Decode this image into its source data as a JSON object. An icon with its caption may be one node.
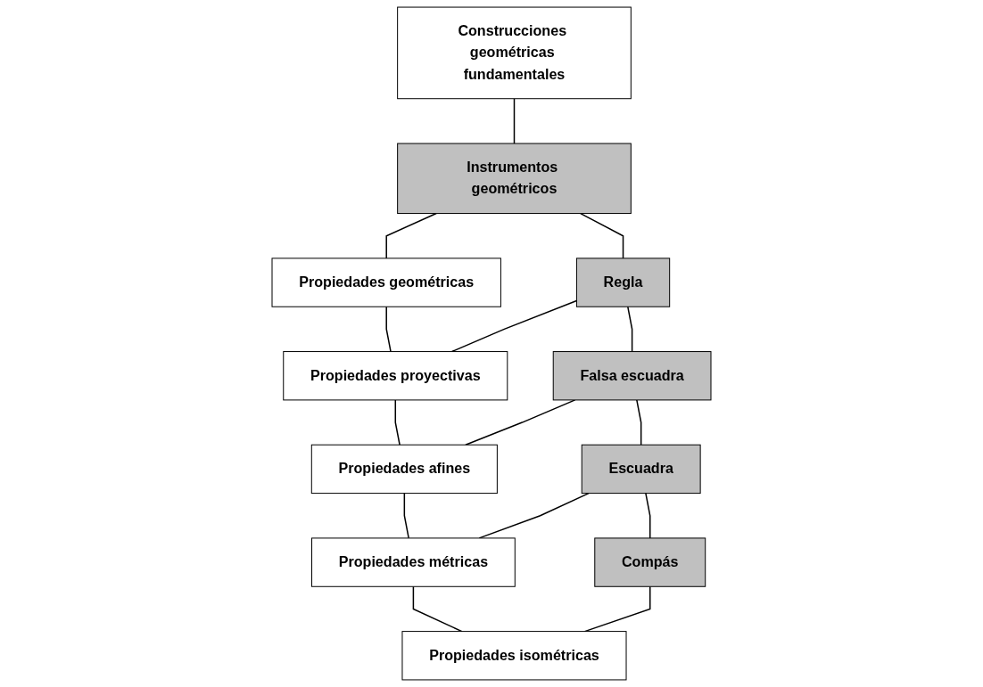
{
  "diagram": {
    "nodes": [
      {
        "text": [
          "Construcciones geométricas fundamentales"
        ]
      },
      {
        "text": [
          "Instrumentos geométricos"
        ]
      },
      {
        "text": [
          "Propiedades geométricas"
        ]
      },
      {
        "text": [
          "Regla"
        ]
      },
      {
        "text": [
          "Propiedades proyectivas"
        ]
      },
      {
        "text": [
          "Falsa escuadra"
        ]
      },
      {
        "text": [
          "Propiedades afines"
        ]
      },
      {
        "text": [
          "Escuadra"
        ]
      },
      {
        "text": [
          "Propiedades métricas"
        ]
      },
      {
        "text": [
          "Compás"
        ]
      },
      {
        "text": [
          "Propiedades isométricas"
        ]
      }
    ],
    "edges": [
      {
        "from": 0,
        "to": 1,
        "arrow": "none"
      },
      {
        "from": 1,
        "to": 2,
        "arrow": "none"
      },
      {
        "from": 1,
        "to": 3,
        "arrow": "none"
      },
      {
        "from": 2,
        "to": 4,
        "arrow": "none"
      },
      {
        "from": 3,
        "to": 4,
        "arrow": "none"
      },
      {
        "from": 3,
        "to": 5,
        "arrow": "none"
      },
      {
        "from": 4,
        "to": 6,
        "arrow": "none"
      },
      {
        "from": 5,
        "to": 6,
        "arrow": "none"
      },
      {
        "from": 5,
        "to": 7,
        "arrow": "none"
      },
      {
        "from": 6,
        "to": 8,
        "arrow": "none"
      },
      {
        "from": 7,
        "to": 8,
        "arrow": "none"
      },
      {
        "from": 7,
        "to": 9,
        "arrow": "none"
      },
      {
        "from": 8,
        "to": 10,
        "arrow": "none"
      },
      {
        "from": 9,
        "to": 10,
        "arrow": "none"
      }
    ]
  }
}
